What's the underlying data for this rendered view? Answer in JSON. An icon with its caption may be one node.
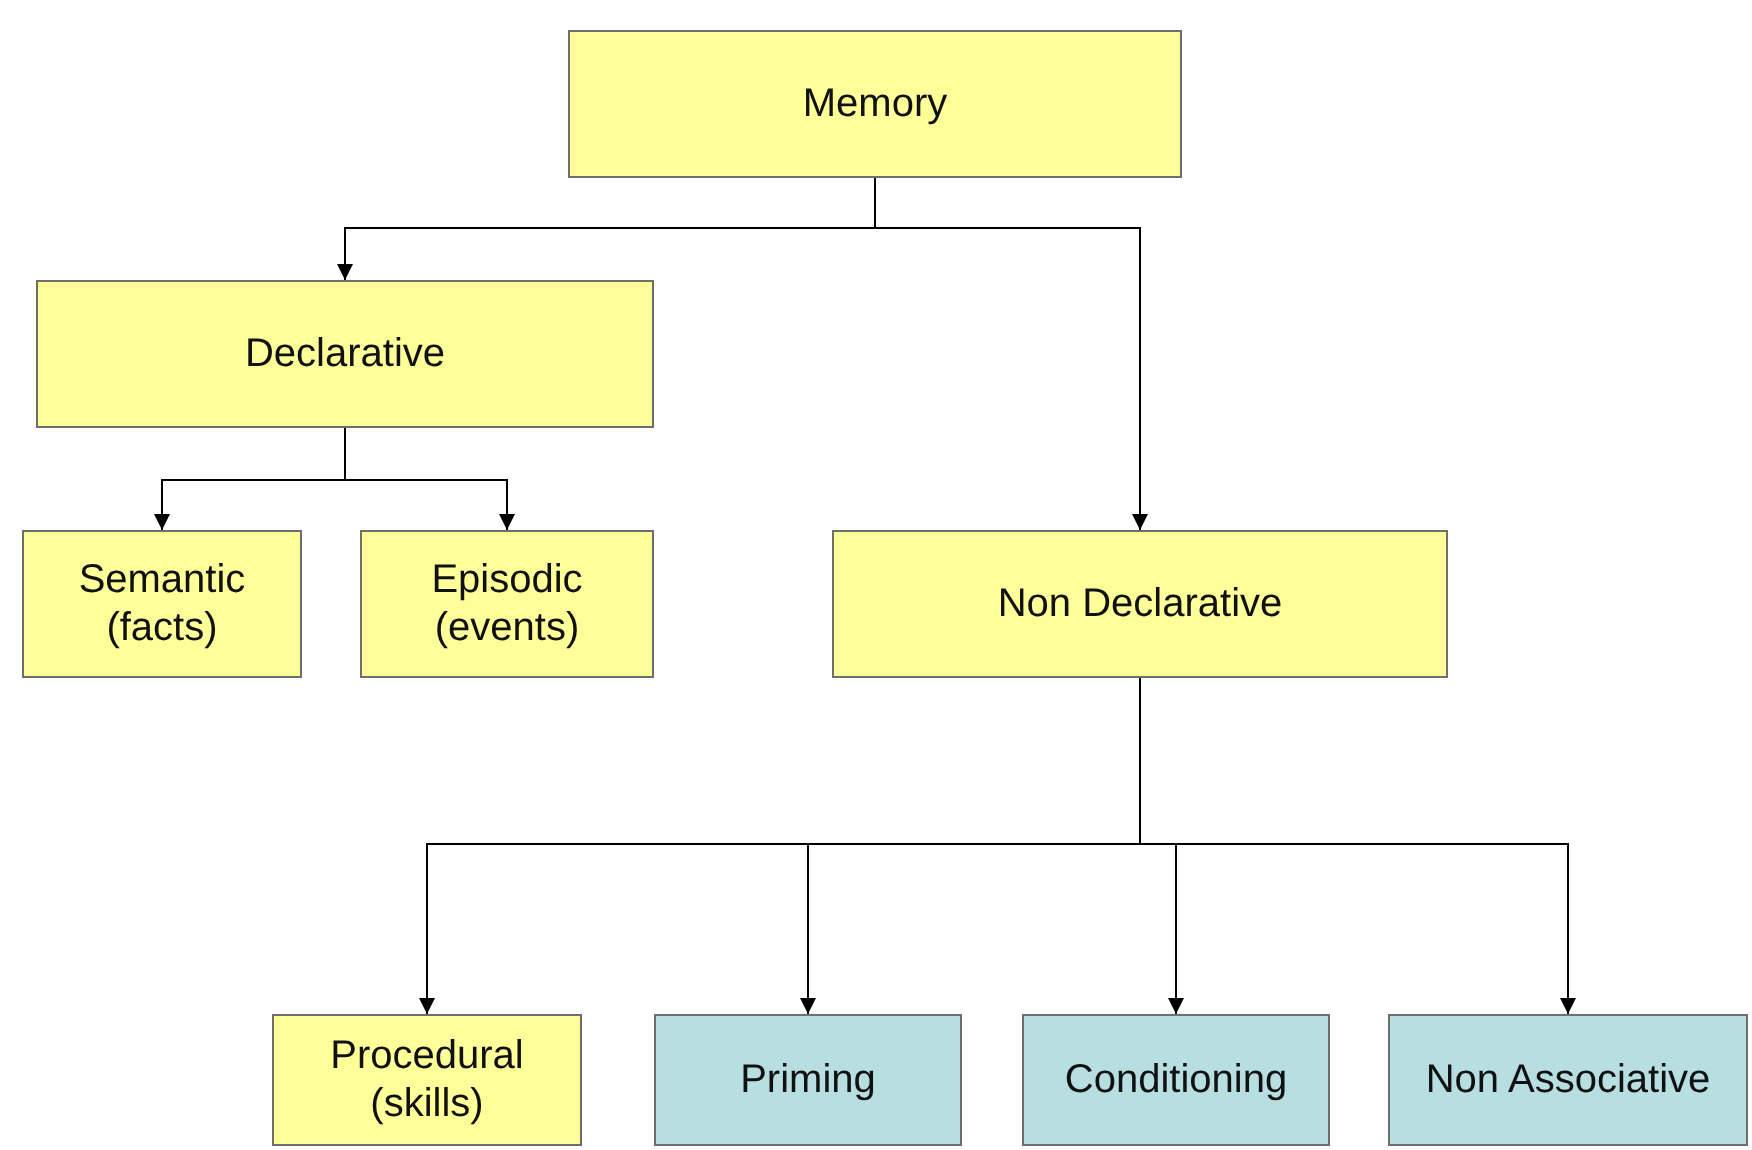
{
  "diagram": {
    "nodes": [
      {
        "text": [
          "Memory"
        ]
      },
      {
        "text": [
          "Declarative"
        ]
      },
      {
        "text": [
          "Semantic (facts)"
        ]
      },
      {
        "text": [
          "Episodic (events)"
        ]
      },
      {
        "text": [
          "Non Declarative"
        ]
      },
      {
        "text": [
          "Procedural (skills)"
        ]
      },
      {
        "text": [
          "Priming"
        ]
      },
      {
        "text": [
          "Conditioning"
        ]
      },
      {
        "text": [
          "Non Associative"
        ]
      }
    ],
    "edges": [
      {
        "from": 0,
        "to": 1,
        "arrow": "to"
      },
      {
        "from": 0,
        "to": 4,
        "arrow": "to"
      },
      {
        "from": 1,
        "to": 2,
        "arrow": "to"
      },
      {
        "from": 1,
        "to": 3,
        "arrow": "to"
      },
      {
        "from": 4,
        "to": 5,
        "arrow": "to"
      },
      {
        "from": 4,
        "to": 6,
        "arrow": "to"
      },
      {
        "from": 4,
        "to": 7,
        "arrow": "to"
      },
      {
        "from": 4,
        "to": 8,
        "arrow": "to"
      }
    ]
  }
}
